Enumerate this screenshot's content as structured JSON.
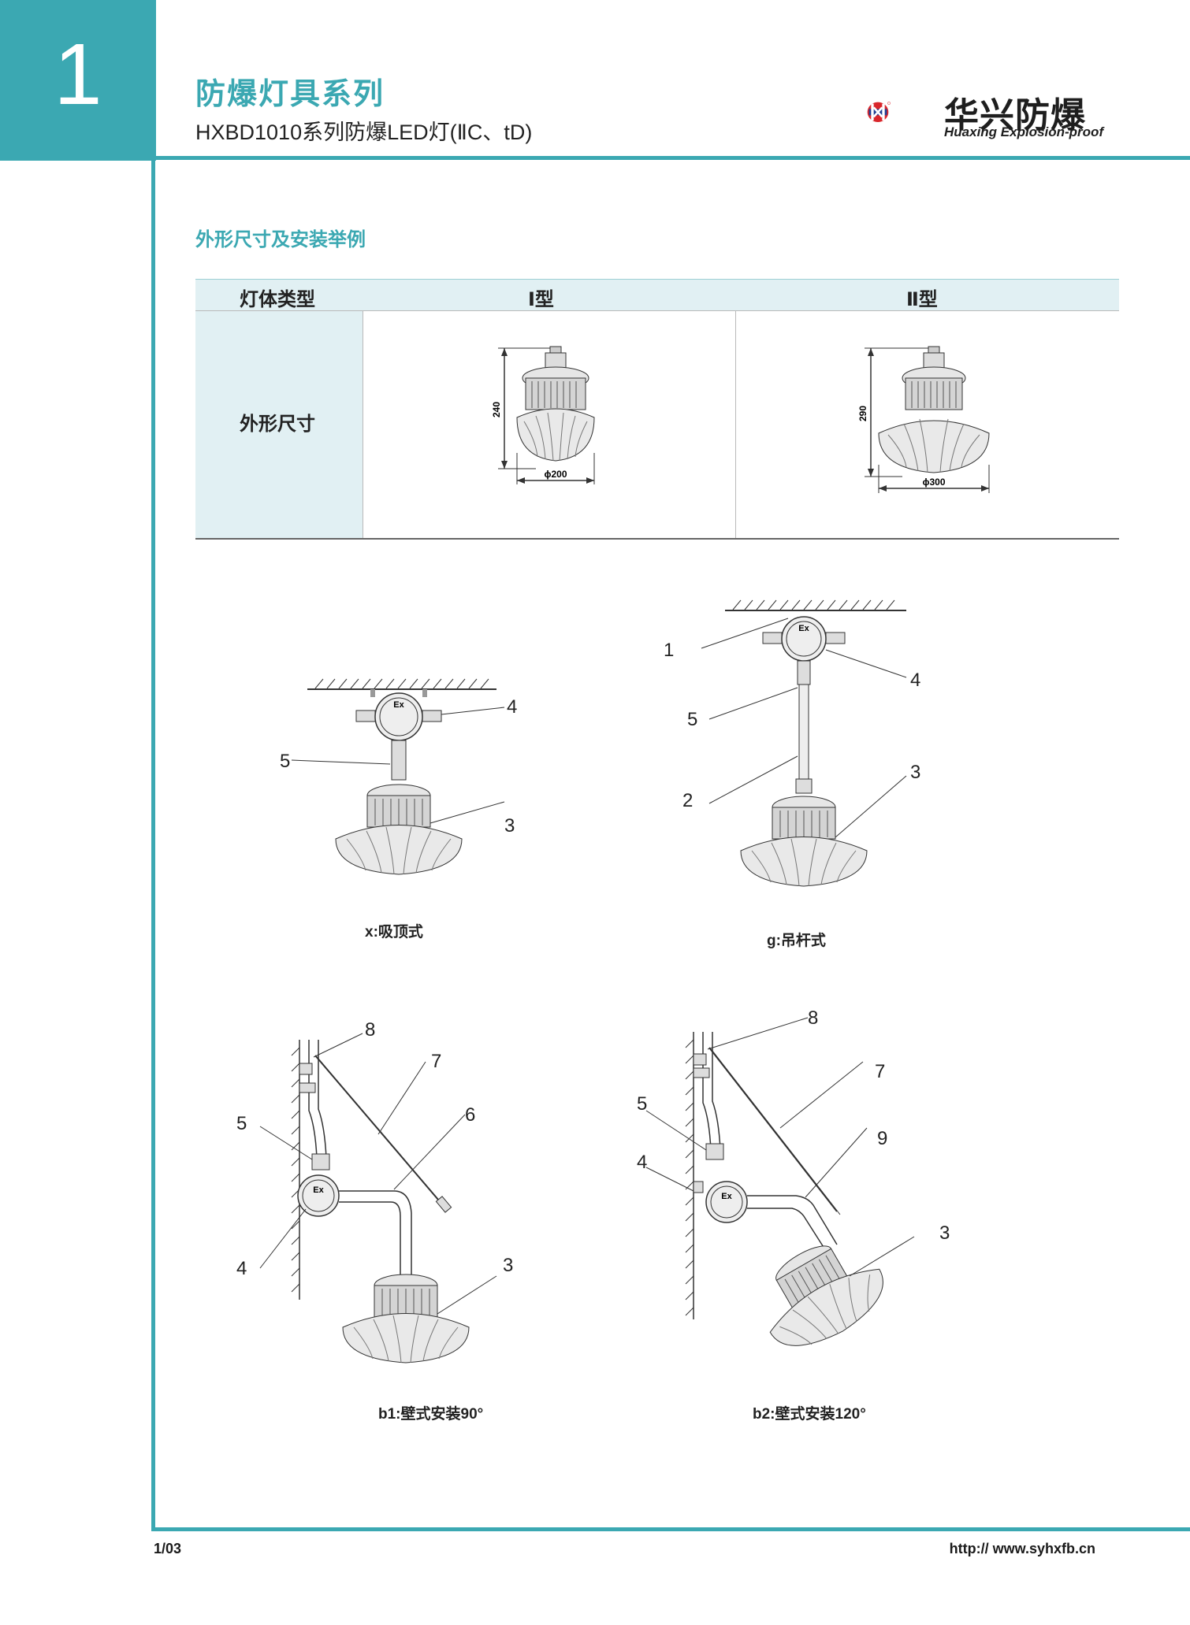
{
  "header": {
    "chapter_number": "1",
    "title": "防爆灯具系列",
    "subtitle": "HXBD1010系列防爆LED灯(ⅡC、tD)"
  },
  "logo": {
    "name_cn": "华兴防爆",
    "name_en": "Huaxing Explosion-proof",
    "colors": {
      "red": "#d9262b",
      "blue": "#1f3f93"
    }
  },
  "section_title": "外形尺寸及安装举例",
  "dimension_table": {
    "header_label": "灯体类型",
    "row_label": "外形尺寸",
    "columns": [
      {
        "label": "Ⅰ型",
        "height": "240",
        "diameter": "ϕ200"
      },
      {
        "label": "Ⅱ型",
        "height": "290",
        "diameter": "ϕ300"
      }
    ]
  },
  "installations": [
    {
      "caption": "x:吸顶式",
      "labels": [
        "4",
        "5",
        "3"
      ]
    },
    {
      "caption": "g:吊杆式",
      "labels": [
        "1",
        "4",
        "5",
        "3",
        "2"
      ]
    },
    {
      "caption": "b1:壁式安装90°",
      "labels": [
        "8",
        "7",
        "5",
        "6",
        "4",
        "3"
      ]
    },
    {
      "caption": "b2:壁式安装120°",
      "labels": [
        "8",
        "7",
        "5",
        "9",
        "4",
        "3"
      ]
    }
  ],
  "box_marking": "Ex",
  "footer": {
    "page": "1/03",
    "url": "http:// www.syhxfb.cn"
  },
  "colors": {
    "accent": "#3ba8b2"
  }
}
